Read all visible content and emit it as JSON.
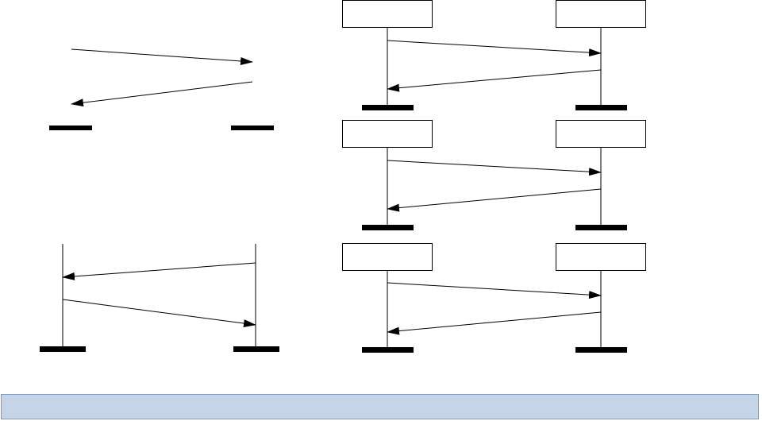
{
  "colors": {
    "stroke": "#000000",
    "box_fill": "#ffffff",
    "status_bar_fill": "#c5d4e6",
    "status_bar_border": "#7f9db9"
  },
  "diagram": {
    "elements": [
      "sequence-diagram-fragment-arrows-only",
      "sequence-diagram-fragment-lifelines",
      "sequence-diagram-with-participant-boxes-1",
      "sequence-diagram-with-participant-boxes-2",
      "sequence-diagram-with-participant-boxes-3"
    ]
  },
  "status_bar": {
    "text": ""
  }
}
